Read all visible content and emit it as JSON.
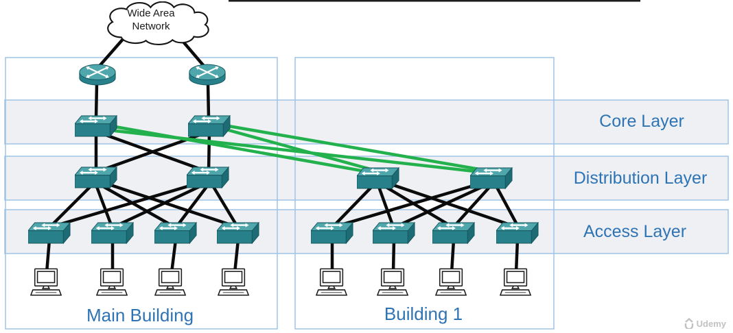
{
  "diagram": {
    "cloud": {
      "label": "Wide Area Network"
    },
    "layer_labels": {
      "core": "Core Layer",
      "distribution": "Distribution Layer",
      "access": "Access Layer"
    },
    "building_labels": {
      "main": "Main Building",
      "building1": "Building 1"
    },
    "devices": {
      "routers": 2,
      "core_switches": 2,
      "distribution_switches_main": 2,
      "distribution_switches_building1": 2,
      "access_switches_main": 4,
      "access_switches_building1": 4,
      "pcs_main": 4,
      "pcs_building1": 4
    },
    "colors": {
      "label_blue": "#2E74B5",
      "band_border": "#9DC3E6",
      "band_fill": "#EEF0F3",
      "link_black": "#0B0B0B",
      "link_green": "#22B14C",
      "device_teal": "#35939B"
    }
  },
  "watermark": {
    "text": "Udemy"
  }
}
